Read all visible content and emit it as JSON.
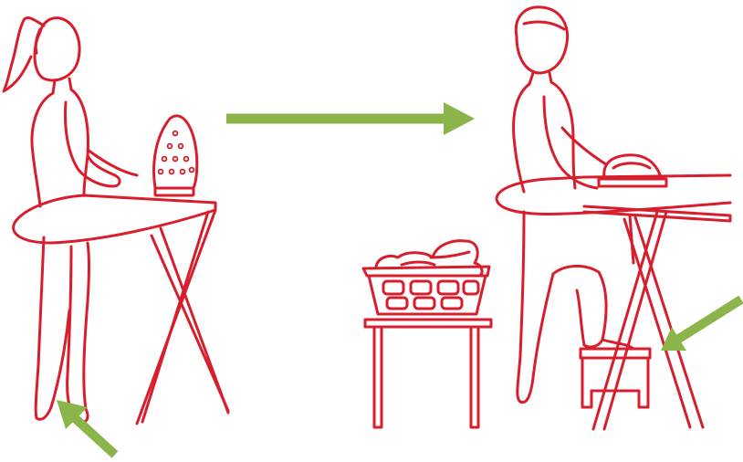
{
  "colors": {
    "line": "#d81e2c",
    "arrow": "#8bb44a",
    "background": "#ffffff"
  },
  "scenes": {
    "before": {
      "figure": "woman-ironing",
      "board_height": "low",
      "posture": "leaning-forward"
    },
    "after": {
      "figure": "man-ironing",
      "board_height": "raised",
      "posture": "upright-with-foot-on-stool"
    }
  },
  "arrows": [
    {
      "name": "transition-arrow",
      "meaning": "improvement"
    },
    {
      "name": "foot-arrow",
      "meaning": "attention-to-foot"
    },
    {
      "name": "stool-arrow",
      "meaning": "attention-to-stool"
    }
  ],
  "objects": [
    "iron",
    "ironing-board",
    "laundry-basket",
    "side-table",
    "step-stool"
  ]
}
